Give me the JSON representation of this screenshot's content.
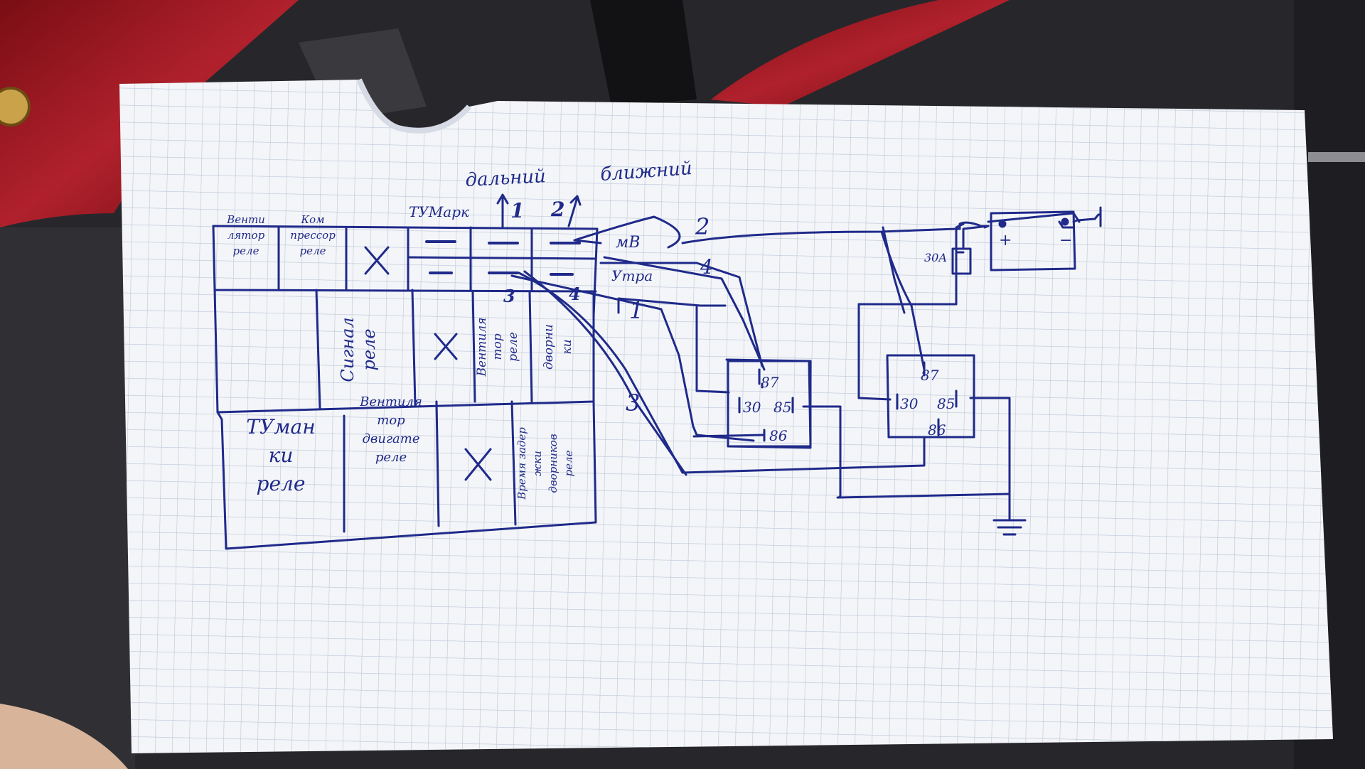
{
  "header": {
    "high_beam": "дальний",
    "low_beam": "ближний",
    "fog": "ТУМарк"
  },
  "fuse_box": {
    "row1": [
      {
        "id": "fan-relay",
        "lines": [
          "Венти",
          "лятор",
          "реле"
        ]
      },
      {
        "id": "compressor-relay",
        "lines": [
          "Ком",
          "прессор",
          "реле"
        ]
      },
      {
        "id": "empty-1",
        "mark": "X"
      },
      {
        "id": "fuse-a",
        "mark": "—"
      },
      {
        "id": "fuse-b",
        "mark": "—"
      },
      {
        "id": "fuse-c",
        "mark": "—"
      }
    ],
    "row1b": [
      "—",
      "—",
      "—"
    ],
    "row2": [
      {
        "id": "blank",
        "lines": []
      },
      {
        "id": "signal-relay",
        "lines": [
          "Сигнал",
          "реле"
        ]
      },
      {
        "id": "empty-2",
        "mark": "X"
      },
      {
        "id": "heater-fan-relay",
        "lines": [
          "Вентиля",
          "тор",
          "реле"
        ]
      },
      {
        "id": "wiper-relay",
        "lines": [
          "дворни",
          "ки"
        ]
      }
    ],
    "row3": [
      {
        "id": "fog-relay",
        "lines": [
          "ТУман",
          "ки",
          "реле"
        ]
      },
      {
        "id": "engine-fan-relay",
        "lines": [
          "Вентиля",
          "тор",
          "двигате",
          "реле"
        ]
      },
      {
        "id": "empty-3",
        "mark": "X"
      },
      {
        "id": "wiper-timer-relay",
        "lines": [
          "Время задер",
          "жки",
          "дворников",
          "реле"
        ]
      }
    ]
  },
  "wire_labels": {
    "n1_top": "1",
    "n2_top": "2",
    "n3_fuse": "3",
    "n4_fuse": "4",
    "n2_wire": "2",
    "n4_wire": "4",
    "n1_wire": "1",
    "n3_wire": "3",
    "high": "мВ",
    "low": "Утра"
  },
  "relay_left": {
    "p87": "87",
    "p30": "30",
    "p85": "85",
    "p86": "86"
  },
  "relay_right": {
    "p87": "87",
    "p30": "30",
    "p85": "85",
    "p86": "86"
  },
  "battery": {
    "plus": "+",
    "minus": "−",
    "fuse": "30A"
  },
  "colors": {
    "ink": "#1f2a8a",
    "paper": "#f4f5f8",
    "grid": "#b9c6d8"
  }
}
